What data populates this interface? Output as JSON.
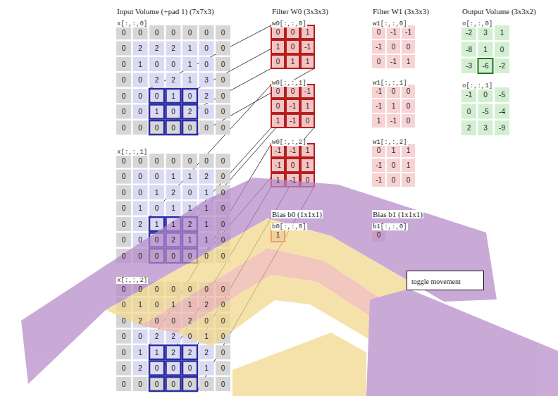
{
  "diagram": {
    "nodes": [
      {
        "text": [
          "toggle movement"
        ]
      }
    ],
    "labels": [
      "Input Volume (+pad 1) (7x7x3)",
      "x[:,:,0]",
      "0",
      "0",
      "0",
      "0",
      "0",
      "0",
      "0",
      "0",
      "2",
      "2",
      "2",
      "1",
      "0",
      "0",
      "0",
      "1",
      "0",
      "0",
      "1",
      "0",
      "0",
      "0",
      "0",
      "2",
      "2",
      "1",
      "3",
      "0",
      "0",
      "0",
      "0",
      "1",
      "0",
      "2",
      "0",
      "0",
      "0",
      "1",
      "0",
      "2",
      "0",
      "0",
      "0",
      "0",
      "0",
      "0",
      "0",
      "0",
      "0",
      "x[:,:,1]",
      "0",
      "0",
      "0",
      "0",
      "0",
      "0",
      "0",
      "0",
      "0",
      "0",
      "1",
      "1",
      "2",
      "0",
      "0",
      "0",
      "1",
      "2",
      "0",
      "1",
      "0",
      "0",
      "1",
      "0",
      "1",
      "1",
      "1",
      "0",
      "0",
      "2",
      "1",
      "1",
      "2",
      "1",
      "0",
      "0",
      "0",
      "0",
      "2",
      "1",
      "1",
      "0",
      "0",
      "0",
      "0",
      "0",
      "0",
      "0",
      "0",
      "x[:,:,2]",
      "0",
      "0",
      "0",
      "0",
      "0",
      "0",
      "0",
      "0",
      "1",
      "0",
      "1",
      "1",
      "2",
      "0",
      "0",
      "2",
      "0",
      "0",
      "2",
      "0",
      "0",
      "0",
      "0",
      "2",
      "2",
      "0",
      "1",
      "0",
      "0",
      "1",
      "1",
      "2",
      "2",
      "2",
      "0",
      "0",
      "2",
      "0",
      "0",
      "0",
      "1",
      "0",
      "0",
      "0",
      "0",
      "0",
      "0",
      "0",
      "0",
      "Filter W0 (3x3x3)",
      "w0[:,:,0]",
      "0",
      "0",
      "1",
      "1",
      "0",
      "-1",
      "0",
      "1",
      "1",
      "w0[:,:,1]",
      "0",
      "0",
      "-1",
      "0",
      "-1",
      "1",
      "1",
      "-1",
      "0",
      "w0[:,:,2]",
      "-1",
      "-1",
      "1",
      "-1",
      "0",
      "1",
      "1",
      "-1",
      "0",
      "Bias b0 (1x1x1)",
      "b0[:,:,0]",
      "1",
      "Filter W1 (3x3x3)",
      "w1[:,:,0]",
      "0",
      "-1",
      "-1",
      "-1",
      "0",
      "0",
      "0",
      "-1",
      "1",
      "w1[:,:,1]",
      "-1",
      "0",
      "0",
      "-1",
      "1",
      "0",
      "1",
      "-1",
      "0",
      "w1[:,:,2]",
      "0",
      "1",
      "1",
      "-1",
      "0",
      "1",
      "-1",
      "0",
      "0",
      "Bias b1 (1x1x1)",
      "b1[:,:,0]",
      "0",
      "Output Volume (3x3x2)",
      "o[:,:,0]",
      "-2",
      "3",
      "1",
      "-8",
      "1",
      "0",
      "-3",
      "-6",
      "-2",
      "o[:,:,1]",
      "-1",
      "0",
      "-5",
      "0",
      "-5",
      "-4",
      "2",
      "3",
      "-9"
    ]
  }
}
